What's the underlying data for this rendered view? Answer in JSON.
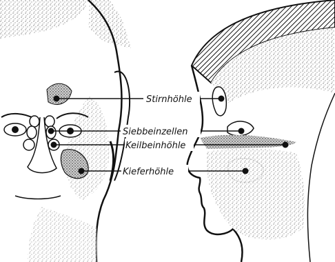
{
  "labels": {
    "stirnhoehle": "Stirnhöhle",
    "siebbeinzellen": "Siebbeinzellen",
    "keilbeinhoehle": "Keilbeinhöhle",
    "kieferhoehle": "Kieferhöhle"
  },
  "colors": {
    "ink": "#111111",
    "stipple": "#8a8a8a",
    "cavity": "#ffffff",
    "background": "#ffffff"
  }
}
